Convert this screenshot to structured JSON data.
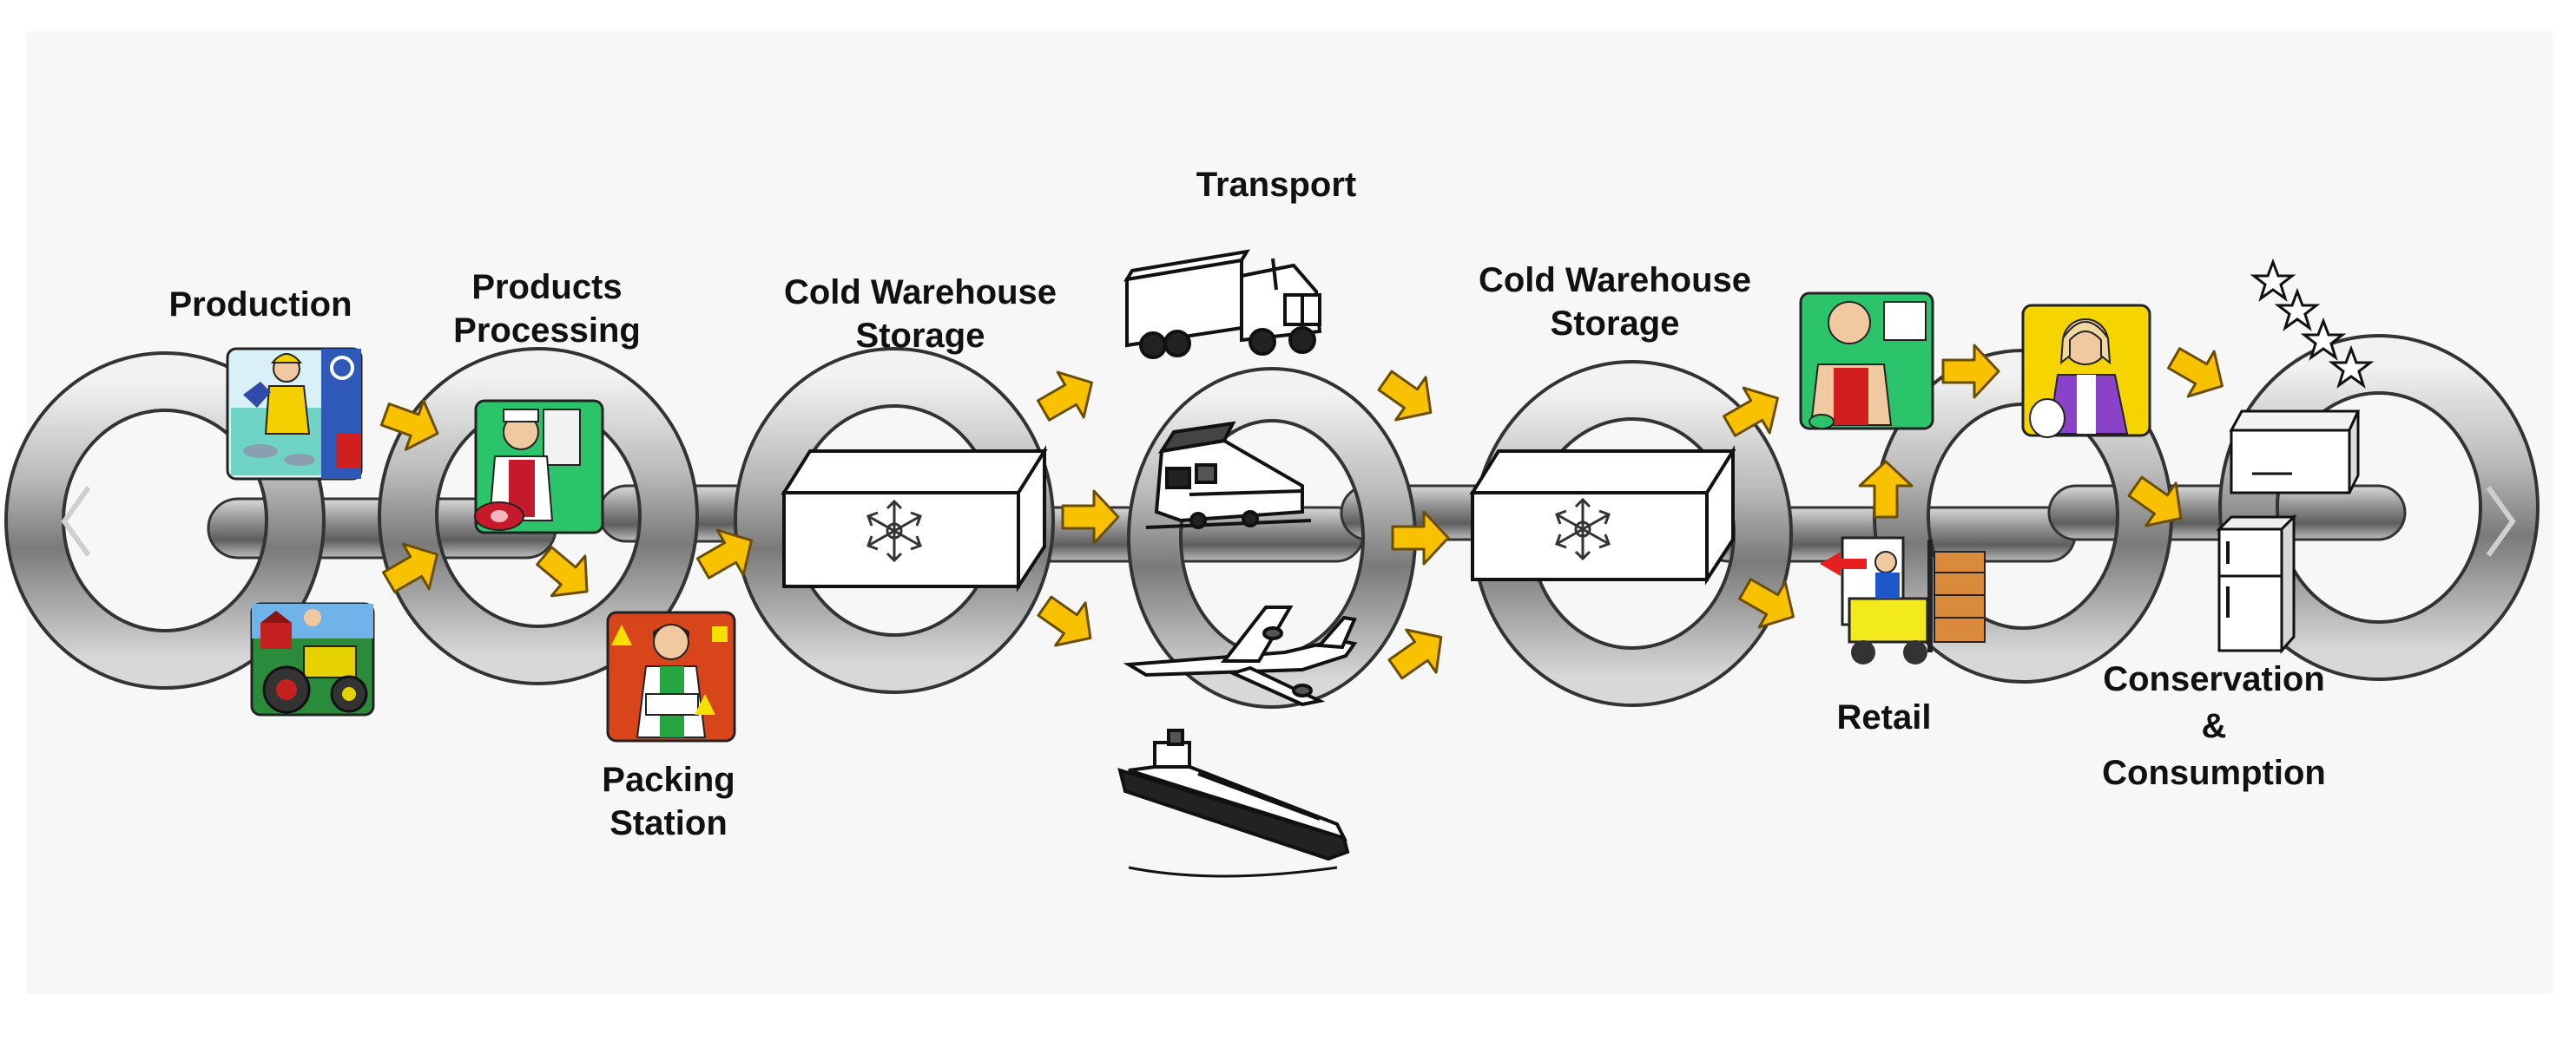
{
  "labels": {
    "production": "Production",
    "products_processing": [
      "Products",
      "Processing"
    ],
    "cold_storage_1": [
      "Cold Warehouse",
      "Storage"
    ],
    "transport": "Transport",
    "cold_storage_2": [
      "Cold Warehouse",
      "Storage"
    ],
    "packing_station": [
      "Packing",
      "Station"
    ],
    "retail": "Retail",
    "conservation": [
      "Conservation",
      "&",
      "Consumption"
    ]
  },
  "icons": {
    "production_fishing": "fishing-icon",
    "production_farming": "tractor-icon",
    "processing": "butcher-icon",
    "packing": "packing-icon",
    "storage": "snowflake-icon",
    "truck": "truck-icon",
    "train": "train-icon",
    "airplane": "airplane-icon",
    "ship": "ship-icon",
    "retail_clerk": "retail-clerk-icon",
    "forklift": "forklift-icon",
    "shopper": "shopper-icon",
    "freezer": "chest-freezer-icon",
    "fridge": "refrigerator-icon",
    "stars": "stars-icon"
  },
  "colors": {
    "arrow": "#f9c200",
    "arrow_outline": "#6b4e00",
    "chain_light": "#e9e9e9",
    "chain_dark": "#5a5a5a",
    "box_stroke": "#111111"
  }
}
